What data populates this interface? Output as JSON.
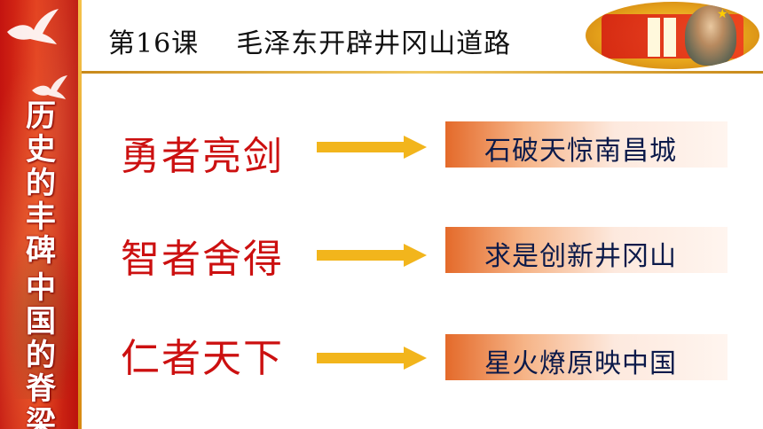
{
  "sidebar": {
    "slogan_part1": [
      "历",
      "史",
      "的",
      "丰",
      "碑"
    ],
    "slogan_part2": [
      "中",
      "国",
      "的",
      "脊",
      "梁"
    ]
  },
  "header": {
    "lesson_number": "第16课",
    "lesson_title": "毛泽东开辟井冈山道路"
  },
  "rows": [
    {
      "label": "勇者亮剑",
      "result": "石破天惊南昌城"
    },
    {
      "label": "智者舍得",
      "result": "求是创新井冈山"
    },
    {
      "label": "仁者天下",
      "result": "星火燎原映中国"
    }
  ],
  "colors": {
    "label_red": "#cc1010",
    "arrow_gold": "#f2b51c",
    "result_text": "#0b1a4a",
    "banner_red": "#c41410"
  }
}
